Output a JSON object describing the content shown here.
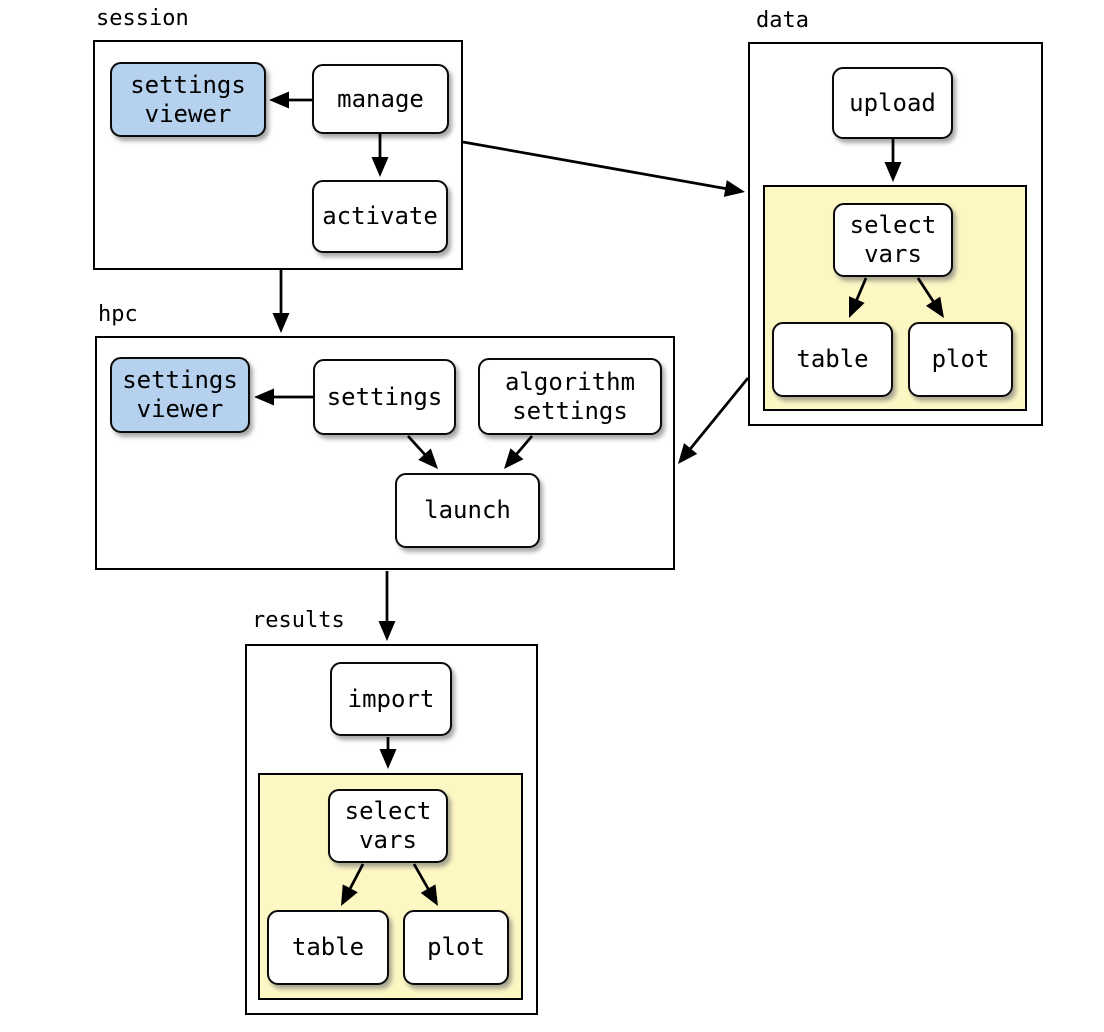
{
  "colors": {
    "background": "#ffffff",
    "node_fill": "#ffffff",
    "viewer_node_fill": "#b5d1ee",
    "subgroup_fill": "#fdf7c4",
    "line_and_border": "#000000"
  },
  "clusters": [
    {
      "label": "session"
    },
    {
      "label": "data"
    },
    {
      "label": "hpc"
    },
    {
      "label": "results"
    }
  ],
  "nodes": {
    "session_settings_viewer": {
      "lines": [
        "settings",
        "viewer"
      ]
    },
    "manage": {
      "lines": [
        "manage"
      ]
    },
    "activate": {
      "lines": [
        "activate"
      ]
    },
    "upload": {
      "lines": [
        "upload"
      ]
    },
    "data_select_vars": {
      "lines": [
        "select",
        "vars"
      ]
    },
    "data_table": {
      "lines": [
        "table"
      ]
    },
    "data_plot": {
      "lines": [
        "plot"
      ]
    },
    "hpc_settings_viewer": {
      "lines": [
        "settings",
        "viewer"
      ]
    },
    "settings": {
      "lines": [
        "settings"
      ]
    },
    "algorithm_settings": {
      "lines": [
        "algorithm",
        "settings"
      ]
    },
    "launch": {
      "lines": [
        "launch"
      ]
    },
    "import": {
      "lines": [
        "import"
      ]
    },
    "results_select_vars": {
      "lines": [
        "select",
        "vars"
      ]
    },
    "results_table": {
      "lines": [
        "table"
      ]
    },
    "results_plot": {
      "lines": [
        "plot"
      ]
    }
  },
  "edges": [
    {
      "from": "manage",
      "to": "session settings viewer"
    },
    {
      "from": "manage",
      "to": "activate"
    },
    {
      "from": "session",
      "to": "data"
    },
    {
      "from": "session",
      "to": "hpc"
    },
    {
      "from": "upload",
      "to": "data select vars group"
    },
    {
      "from": "data select vars",
      "to": "data table"
    },
    {
      "from": "data select vars",
      "to": "data plot"
    },
    {
      "from": "data",
      "to": "hpc"
    },
    {
      "from": "settings",
      "to": "hpc settings viewer"
    },
    {
      "from": "settings",
      "to": "launch"
    },
    {
      "from": "algorithm settings",
      "to": "launch"
    },
    {
      "from": "hpc",
      "to": "results"
    },
    {
      "from": "import",
      "to": "results select vars group"
    },
    {
      "from": "results select vars",
      "to": "results table"
    },
    {
      "from": "results select vars",
      "to": "results plot"
    }
  ]
}
